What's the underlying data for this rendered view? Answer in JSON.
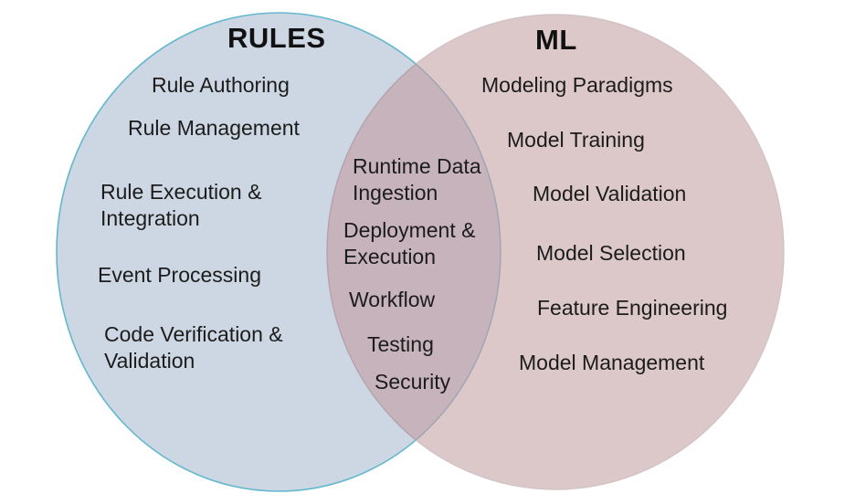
{
  "venn": {
    "left": {
      "title": "RULES",
      "items": [
        "Rule Authoring",
        "Rule Management",
        "Rule Execution & Integration",
        "Event Processing",
        "Code Verification & Validation"
      ]
    },
    "overlap": {
      "items": [
        "Runtime Data Ingestion",
        "Deployment & Execution",
        "Workflow",
        "Testing",
        "Security"
      ]
    },
    "right": {
      "title": "ML",
      "items": [
        "Modeling Paradigms",
        "Model Training",
        "Model Validation",
        "Model Selection",
        "Feature Engineering",
        "Model Management"
      ]
    }
  },
  "colors": {
    "background": "#ffffff",
    "text": "#1c1c1c",
    "left_fill": "#cdd7e3",
    "left_stroke": "#63b7cf",
    "right_fill": "#dcc7c9",
    "right_stroke": "#d2c3c6",
    "overlap_fill": "#c6b3bb",
    "overlap_left_arc": "#b4a3ac",
    "overlap_right_arc": "#9fa5b2"
  }
}
